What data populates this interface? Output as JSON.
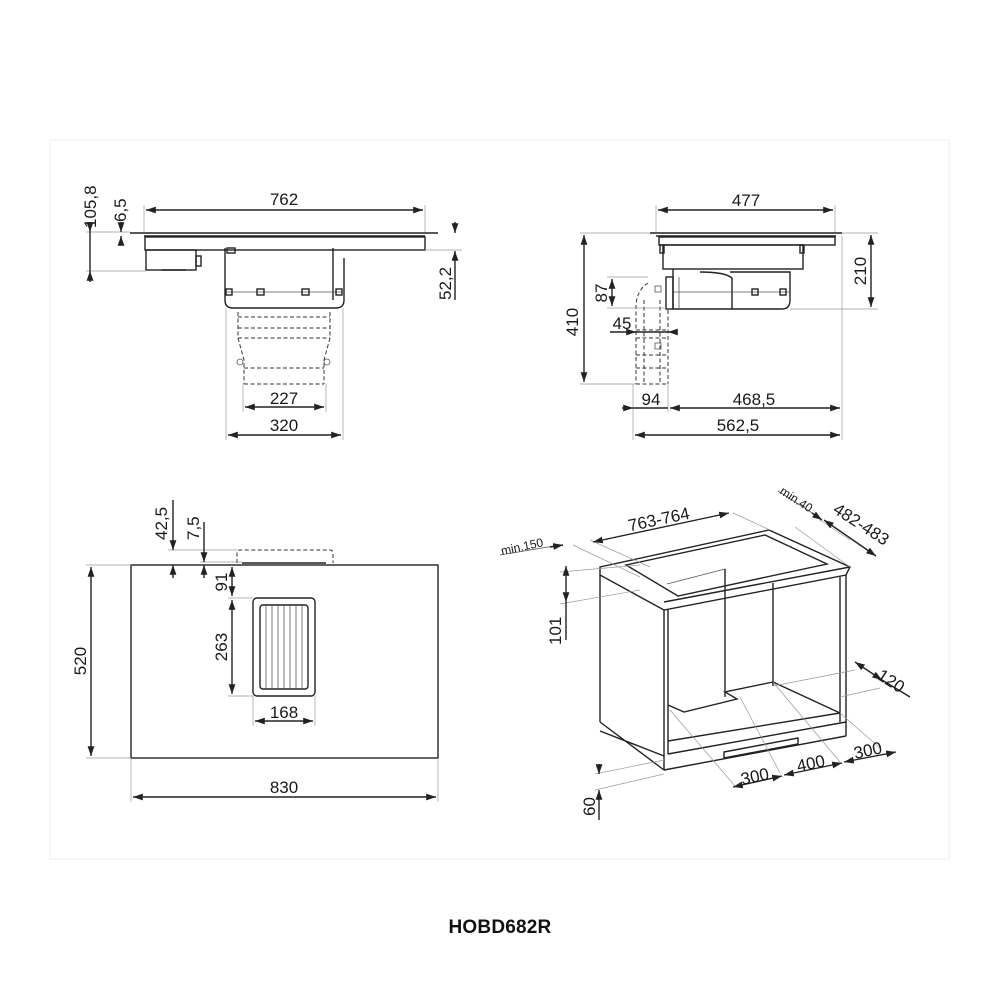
{
  "model": "HOBD682R",
  "colors": {
    "line": "#222222",
    "background": "#ffffff",
    "frame": "#ececec"
  },
  "views": {
    "front_elevation": {
      "dims": {
        "width_top": "762",
        "total_height": "105,8",
        "glass_thickness": "6,5",
        "right_drop": "52,2",
        "duct_inner": "227",
        "duct_outer": "320"
      }
    },
    "side_elevation": {
      "dims": {
        "depth_top": "477",
        "total_height": "410",
        "body_height": "210",
        "outlet_height": "87",
        "outlet_offset": "45",
        "duct_depth": "94",
        "body_depth": "468,5",
        "overall_depth": "562,5"
      }
    },
    "top_view": {
      "dims": {
        "duct_protrusion": "42,5",
        "edge_offset": "7,5",
        "grille_offset": "91",
        "grille_length": "263",
        "grille_width": "168",
        "depth": "520",
        "width": "830"
      }
    },
    "cabinet_installation": {
      "dims": {
        "cutout_width": "763-764",
        "min_side": "min.150",
        "min_back": "min.40",
        "cutout_depth": "482-483",
        "top_clearance": "101",
        "back_gap": "120",
        "plinth": "60",
        "floor_a": "300",
        "floor_b": "400",
        "floor_c": "300"
      }
    }
  }
}
